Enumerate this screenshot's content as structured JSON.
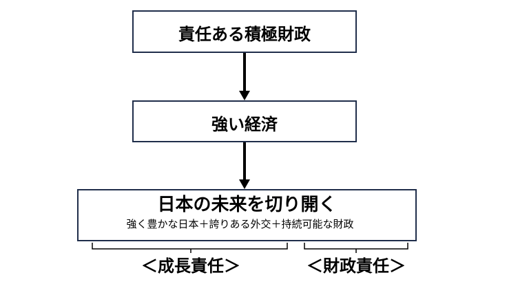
{
  "boxes": {
    "top": {
      "title": "責任ある積極財政"
    },
    "middle": {
      "title": "強い経済"
    },
    "bottom": {
      "title": "日本の未来を切り開く",
      "subtitle": "強く豊かな日本＋誇りある外交＋持続可能な財政"
    }
  },
  "labels": {
    "growth": "＜成長責任＞",
    "fiscal": "＜財政責任＞"
  },
  "colors": {
    "border": "#1f2d4a",
    "line": "#000000"
  }
}
